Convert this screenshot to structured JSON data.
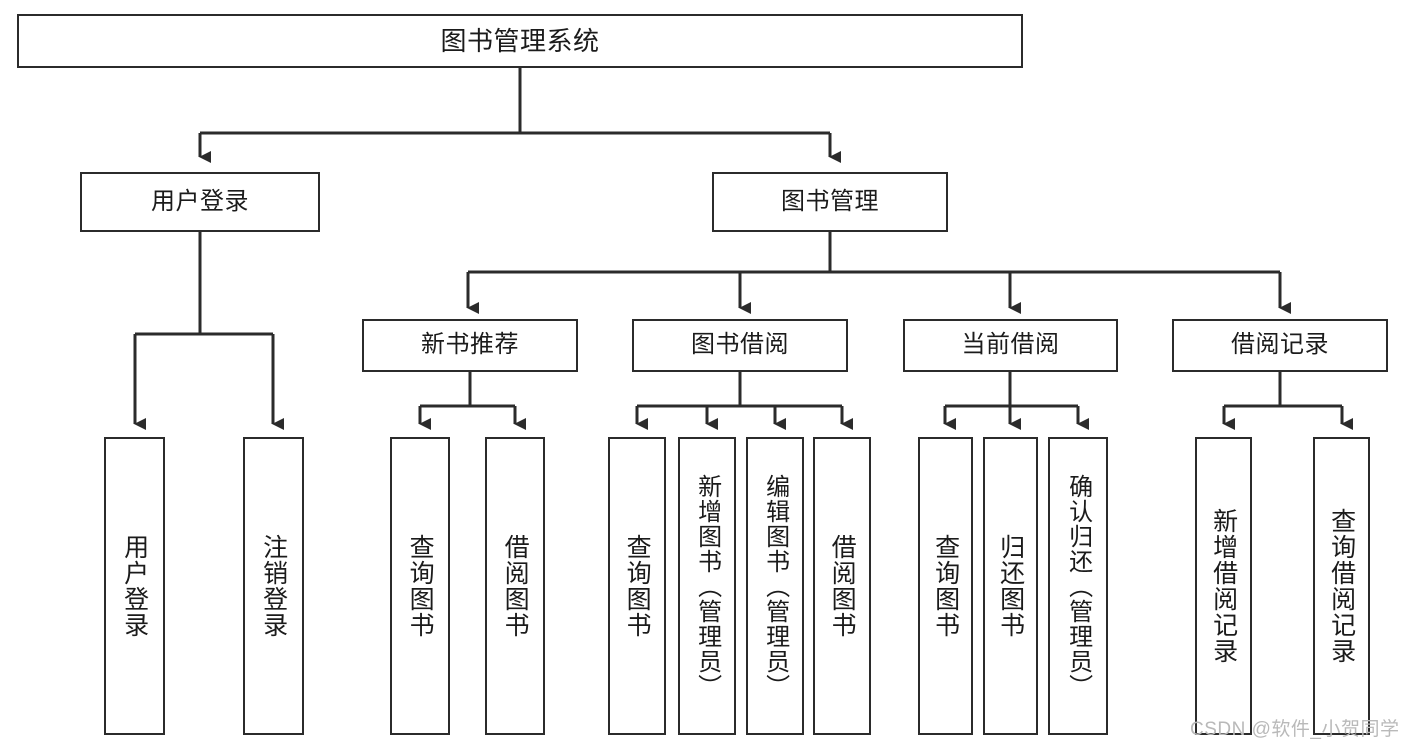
{
  "diagram": {
    "type": "tree-hierarchy-flowchart",
    "title": "图书管理系统",
    "colors": {
      "stroke": "#2b2b2b",
      "fill": "#ffffff",
      "text": "#1b1b1b",
      "watermark": "#b9b9b9"
    },
    "levels": {
      "root": {
        "label": "图书管理系统",
        "orientation": "horizontal"
      },
      "level2": [
        {
          "label": "用户登录",
          "orientation": "horizontal"
        },
        {
          "label": "图书管理",
          "orientation": "horizontal"
        }
      ],
      "level3": [
        {
          "label": "新书推荐",
          "orientation": "horizontal",
          "parent": "图书管理"
        },
        {
          "label": "图书借阅",
          "orientation": "horizontal",
          "parent": "图书管理"
        },
        {
          "label": "当前借阅",
          "orientation": "horizontal",
          "parent": "图书管理"
        },
        {
          "label": "借阅记录",
          "orientation": "horizontal",
          "parent": "图书管理"
        }
      ],
      "leaves": [
        {
          "label": "用户登录",
          "orientation": "vertical",
          "parent": "用户登录"
        },
        {
          "label": "注销登录",
          "orientation": "vertical",
          "parent": "用户登录"
        },
        {
          "label": "查询图书",
          "orientation": "vertical",
          "parent": "新书推荐"
        },
        {
          "label": "借阅图书",
          "orientation": "vertical",
          "parent": "新书推荐"
        },
        {
          "label": "查询图书",
          "orientation": "vertical",
          "parent": "图书借阅"
        },
        {
          "label": "新增图书（管理员）",
          "orientation": "vertical",
          "parent": "图书借阅"
        },
        {
          "label": "编辑图书（管理员）",
          "orientation": "vertical",
          "parent": "图书借阅"
        },
        {
          "label": "借阅图书",
          "orientation": "vertical",
          "parent": "图书借阅"
        },
        {
          "label": "查询图书",
          "orientation": "vertical",
          "parent": "当前借阅"
        },
        {
          "label": "归还图书",
          "orientation": "vertical",
          "parent": "当前借阅"
        },
        {
          "label": "确认归还（管理员）",
          "orientation": "vertical",
          "parent": "当前借阅"
        },
        {
          "label": "新增借阅记录",
          "orientation": "vertical",
          "parent": "借阅记录"
        },
        {
          "label": "查询借阅记录",
          "orientation": "vertical",
          "parent": "借阅记录"
        }
      ]
    }
  },
  "watermark": {
    "text": "CSDN @软件_小贺同学"
  }
}
